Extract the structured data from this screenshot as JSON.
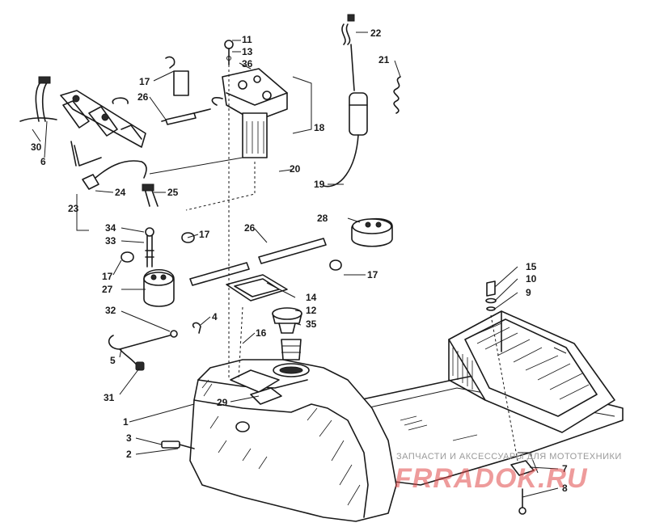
{
  "callouts": [
    {
      "id": "c11",
      "text": "11"
    },
    {
      "id": "c13",
      "text": "13"
    },
    {
      "id": "c36",
      "text": "36"
    },
    {
      "id": "c22",
      "text": "22"
    },
    {
      "id": "c21",
      "text": "21"
    },
    {
      "id": "c17a",
      "text": "17"
    },
    {
      "id": "c26a",
      "text": "26"
    },
    {
      "id": "c18",
      "text": "18"
    },
    {
      "id": "c20",
      "text": "20"
    },
    {
      "id": "c19",
      "text": "19"
    },
    {
      "id": "c30",
      "text": "30"
    },
    {
      "id": "c6",
      "text": "6"
    },
    {
      "id": "c24",
      "text": "24"
    },
    {
      "id": "c25",
      "text": "25"
    },
    {
      "id": "c23",
      "text": "23"
    },
    {
      "id": "c34",
      "text": "34"
    },
    {
      "id": "c33",
      "text": "33"
    },
    {
      "id": "c17b",
      "text": "17"
    },
    {
      "id": "c26b",
      "text": "26"
    },
    {
      "id": "c28",
      "text": "28"
    },
    {
      "id": "c17c",
      "text": "17"
    },
    {
      "id": "c17d",
      "text": "17"
    },
    {
      "id": "c27",
      "text": "27"
    },
    {
      "id": "c14",
      "text": "14"
    },
    {
      "id": "c12",
      "text": "12"
    },
    {
      "id": "c35",
      "text": "35"
    },
    {
      "id": "c32",
      "text": "32"
    },
    {
      "id": "c4",
      "text": "4"
    },
    {
      "id": "c16",
      "text": "16"
    },
    {
      "id": "c15",
      "text": "15"
    },
    {
      "id": "c10",
      "text": "10"
    },
    {
      "id": "c9",
      "text": "9"
    },
    {
      "id": "c5",
      "text": "5"
    },
    {
      "id": "c31",
      "text": "31"
    },
    {
      "id": "c29",
      "text": "29"
    },
    {
      "id": "c1",
      "text": "1"
    },
    {
      "id": "c3",
      "text": "3"
    },
    {
      "id": "c2",
      "text": "2"
    },
    {
      "id": "c7",
      "text": "7"
    },
    {
      "id": "c8",
      "text": "8"
    }
  ],
  "watermark": {
    "caption": "ЗАПЧАСТИ И АКСЕССУАРЫ ДЛЯ МОТОТЕХНИКИ",
    "brand": "FRRADOK.RU",
    "color": "#e04848"
  }
}
